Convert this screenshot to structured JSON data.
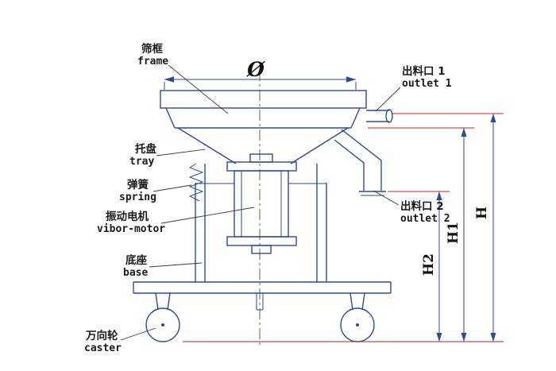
{
  "labels": {
    "frame": {
      "cn": "筛框",
      "en": "frame"
    },
    "outlet1": {
      "cn": "出料口 1",
      "en": "outlet 1"
    },
    "tray": {
      "cn": "托盘",
      "en": "tray"
    },
    "spring": {
      "cn": "弹簧",
      "en": "spring"
    },
    "motor": {
      "cn": "振动电机",
      "en": "vibor-motor"
    },
    "base": {
      "cn": "底座",
      "en": "base"
    },
    "outlet2": {
      "cn": "出料口 2",
      "en": "outlet 2"
    },
    "caster": {
      "cn": "万向轮",
      "en": "caster"
    }
  },
  "dimensions": {
    "diameter": "Ø",
    "h": "H",
    "h1": "H1",
    "h2": "H2"
  },
  "colors": {
    "machine_line": "#2a4b9b",
    "dimension_extension": "#c2231f",
    "centerline": "#5d6b2e",
    "text": "#1a1a1a",
    "background": "#ffffff"
  }
}
